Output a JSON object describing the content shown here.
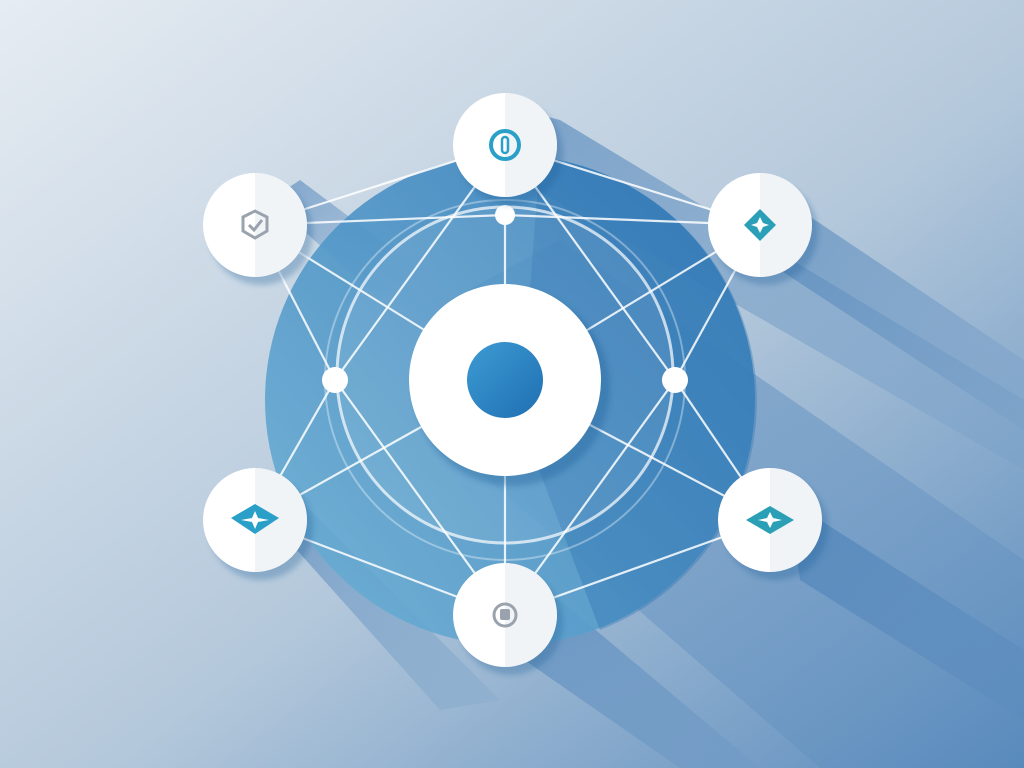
{
  "scene": {
    "background": {
      "light": "#e6ecf2",
      "mid": "#b4c8db",
      "dark": "#5a8bbd"
    },
    "shadow_color": "#3d78b4",
    "disc": {
      "light": "#6fb2d6",
      "dark": "#2f79b8"
    },
    "node_fill": "#ffffff",
    "line_color": "#ffffff",
    "hub_center": {
      "light": "#3d9bd3",
      "dark": "#1f6fb2"
    }
  },
  "nodes": [
    {
      "name": "top",
      "icon": "power-ring-icon",
      "color": "#2aa0c9"
    },
    {
      "name": "top-left",
      "icon": "badge-check-icon",
      "color": "#9aa3ad"
    },
    {
      "name": "top-right",
      "icon": "star-diamond-icon",
      "color": "#2b9fb8"
    },
    {
      "name": "bottom-left",
      "icon": "sparkle-tag-icon",
      "color": "#2aa0c9"
    },
    {
      "name": "bottom-right",
      "icon": "sparkle-diamond-icon",
      "color": "#2a9fb6"
    },
    {
      "name": "bottom",
      "icon": "gear-icon",
      "color": "#9aa3ad"
    }
  ]
}
